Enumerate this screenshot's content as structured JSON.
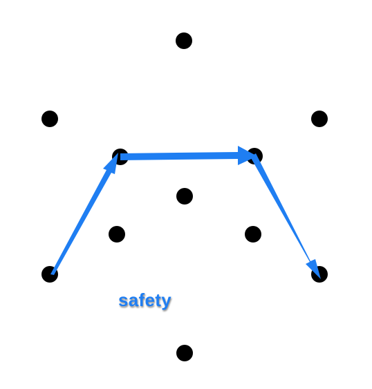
{
  "diagram": {
    "nodes": [
      "n1",
      "n2",
      "n3",
      "n4",
      "n5",
      "n6",
      "n7",
      "n8",
      "n9",
      "n10",
      "n11"
    ],
    "path": {
      "label": "safety",
      "color": "#1f7ef2",
      "sequence": [
        "n8",
        "n4",
        "n5",
        "n10"
      ]
    },
    "node_color": "#000000"
  }
}
